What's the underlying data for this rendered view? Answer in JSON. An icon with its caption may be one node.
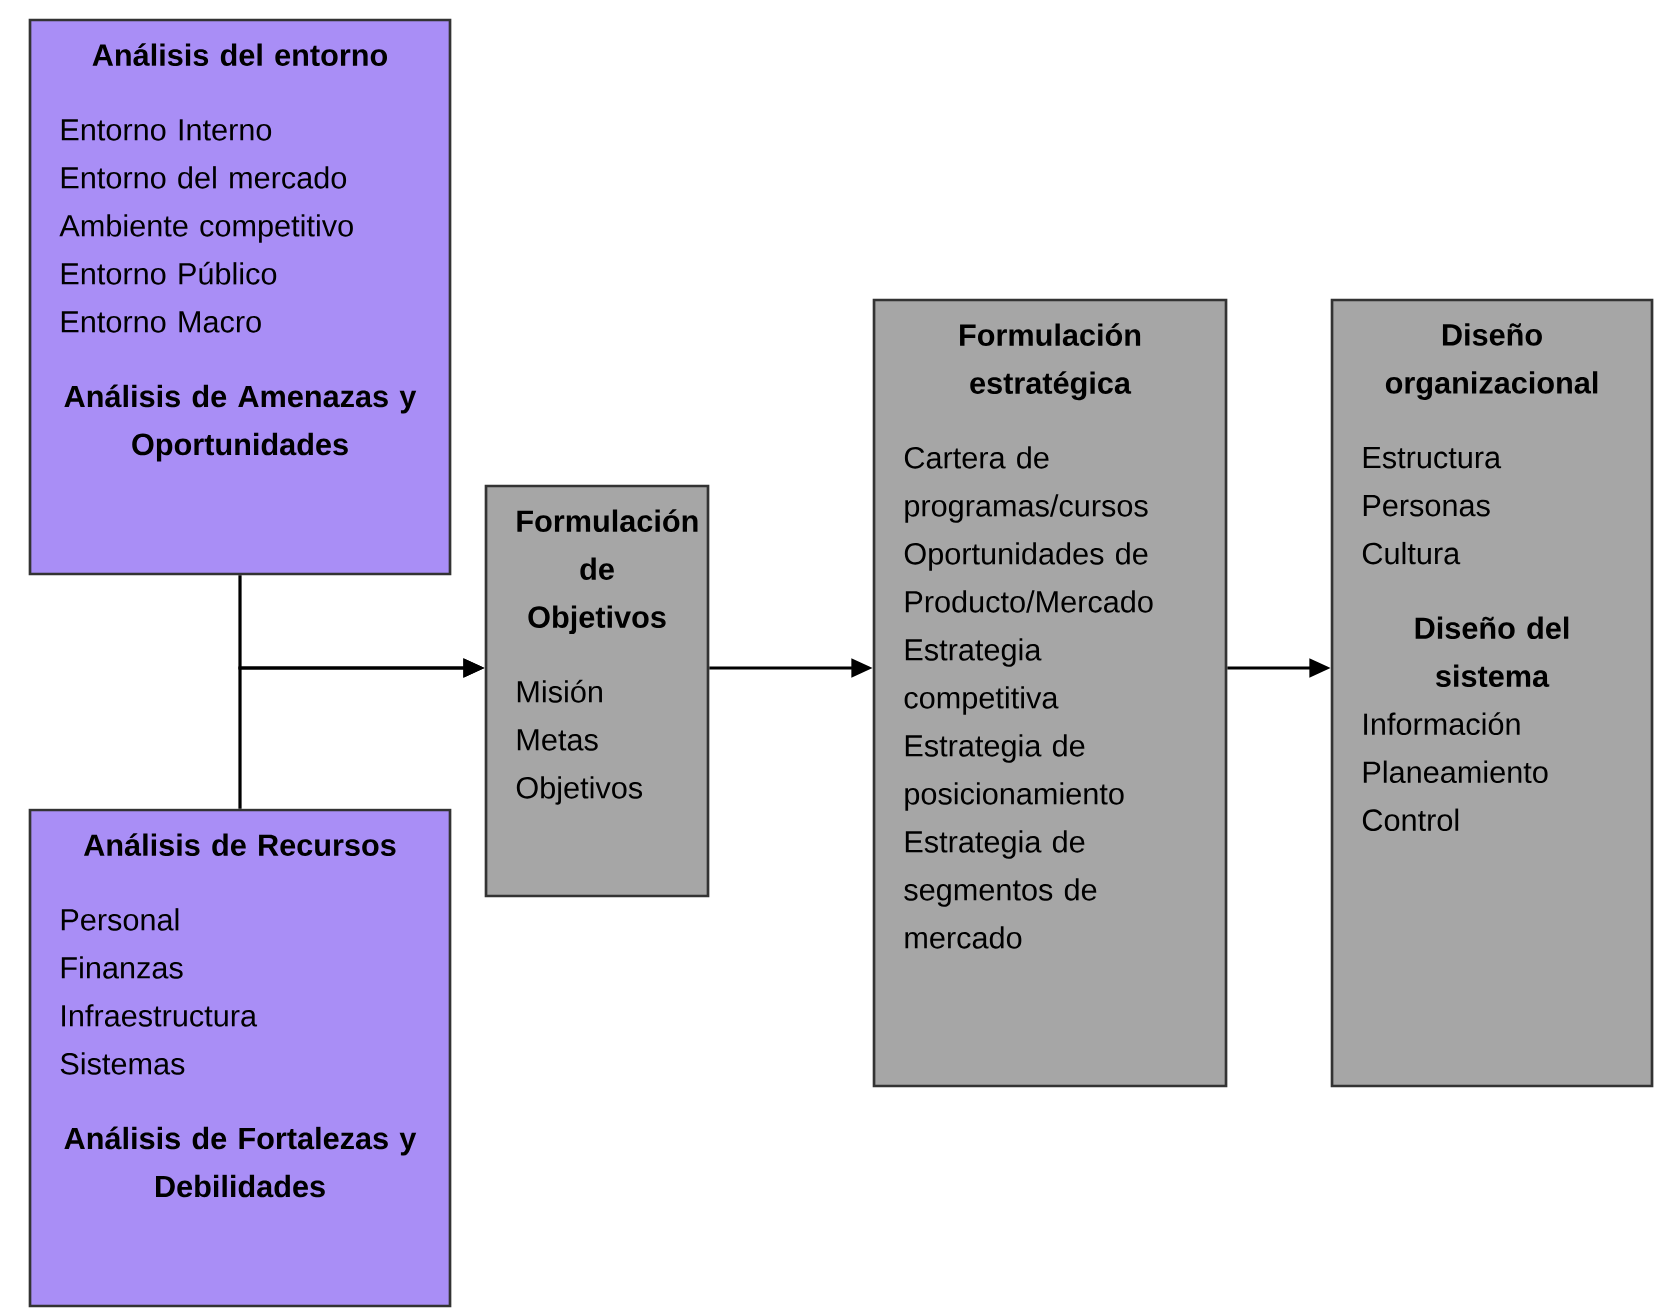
{
  "diagram": {
    "nodes": [
      {
        "text": [
          "Análisis del entorno",
          "Entorno Interno",
          "Entorno del mercado",
          "Ambiente competitivo",
          "Entorno Público",
          "Entorno Macro",
          "Análisis de Amenazas y Oportunidades"
        ]
      },
      {
        "text": [
          "Análisis de Recursos",
          "Personal",
          "Finanzas",
          "Infraestructura",
          "Sistemas",
          "Análisis de Fortalezas y Debilidades"
        ]
      },
      {
        "text": [
          "Formulación de Objetivos",
          "Misión",
          "Metas",
          "Objetivos"
        ]
      },
      {
        "text": [
          "Formulación estratégica",
          "Cartera de programas/cursos",
          "Oportunidades de Producto/Mercado",
          "Estrategia competitiva",
          "Estrategia de posicionamiento",
          "Estrategia de segmentos de mercado"
        ]
      },
      {
        "text": [
          "Diseño organizacional",
          "Estructura",
          "Personas",
          "Cultura",
          "Diseño del sistema",
          "Información",
          "Planeamiento",
          "Control"
        ]
      }
    ],
    "edges": [
      {
        "from": 0,
        "to": 2,
        "arrow": "to"
      },
      {
        "from": 1,
        "to": 2,
        "arrow": "to"
      },
      {
        "from": 2,
        "to": 3,
        "arrow": "to"
      },
      {
        "from": 3,
        "to": 4,
        "arrow": "to"
      }
    ]
  }
}
